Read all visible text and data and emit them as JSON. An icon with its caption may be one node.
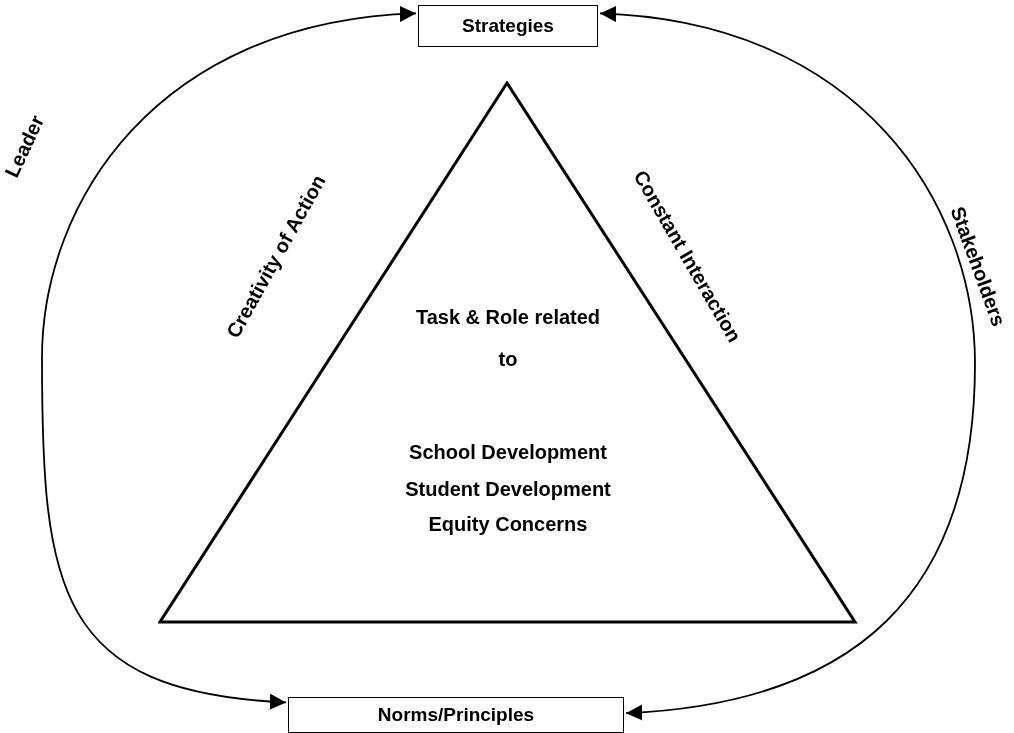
{
  "diagram": {
    "nodes": [
      {
        "text": [
          "Strategies"
        ]
      },
      {
        "text": [
          "Task & Role related to",
          "School Development",
          "Student Development",
          "Equity Concerns"
        ]
      },
      {
        "text": [
          "Norms/Principles"
        ]
      }
    ],
    "edges": [
      {
        "from": 0,
        "to": 2,
        "arrow": "both",
        "label": "Leader"
      },
      {
        "from": 0,
        "to": 2,
        "arrow": "both",
        "label": "Stakeholders"
      }
    ],
    "labels": [
      "Creativity of Action",
      "Constant Interaction"
    ]
  }
}
